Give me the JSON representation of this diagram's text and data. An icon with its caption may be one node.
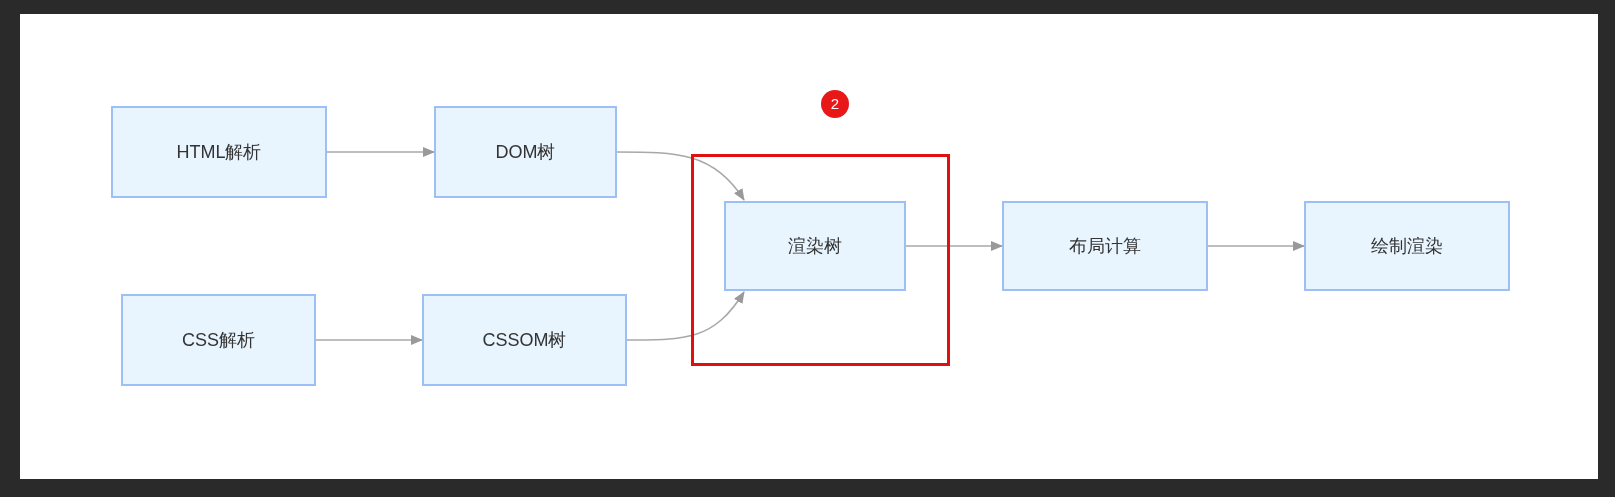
{
  "diagram": {
    "nodes": [
      {
        "text": [
          "HTML解析"
        ]
      },
      {
        "text": [
          "DOM树"
        ]
      },
      {
        "text": [
          "2"
        ]
      },
      {
        "text": [],
        "shape": "box"
      },
      {
        "text": [
          "渲染树"
        ],
        "in": 3
      },
      {
        "text": [
          "布局计算"
        ]
      },
      {
        "text": [
          "绘制渲染"
        ]
      },
      {
        "text": [
          "CSS解析"
        ]
      },
      {
        "text": [
          "CSSOM树"
        ]
      }
    ],
    "edges": [
      {
        "from": 0,
        "to": 1,
        "arrow": "to"
      },
      {
        "from": 7,
        "to": 8,
        "arrow": "to"
      },
      {
        "from": 1,
        "to": 4,
        "arrow": "to"
      },
      {
        "from": 8,
        "to": 4,
        "arrow": "to"
      },
      {
        "from": 4,
        "to": 5,
        "arrow": "to"
      },
      {
        "from": 5,
        "to": 6,
        "arrow": "to"
      }
    ]
  }
}
